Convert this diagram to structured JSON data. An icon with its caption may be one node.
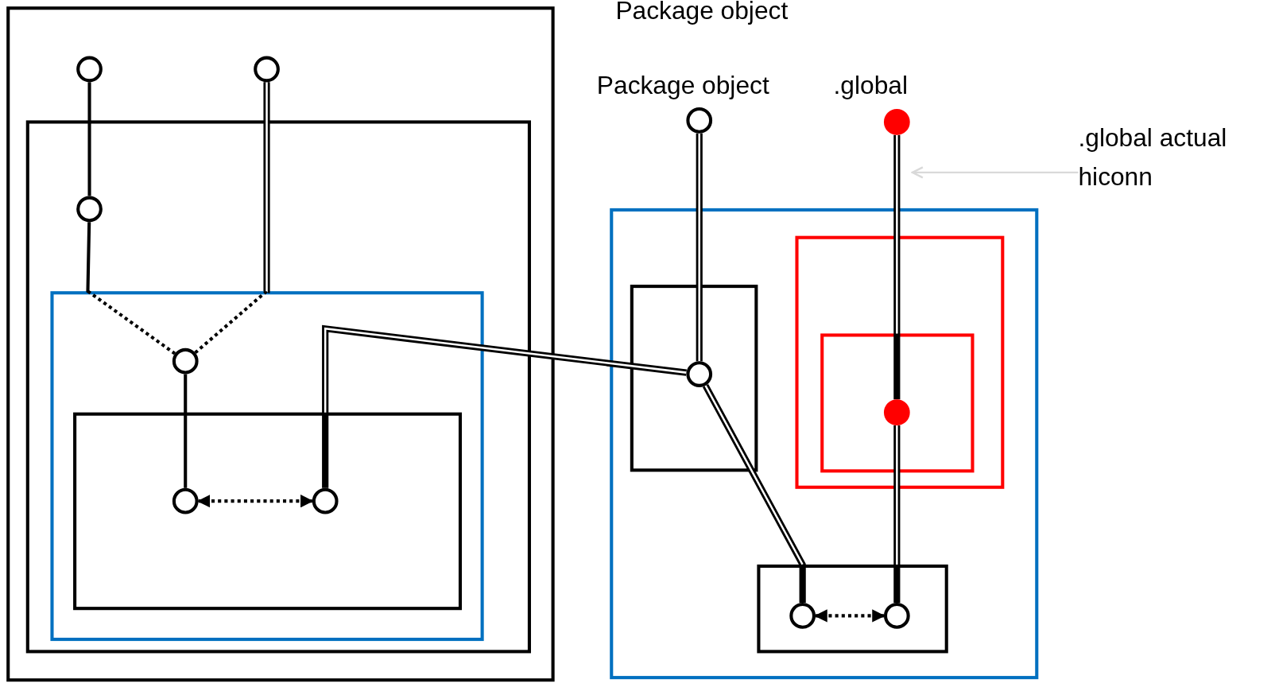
{
  "diagram": {
    "nodes": [
      {
        "text": [],
        "shape": "box"
      },
      {
        "text": [],
        "shape": "circle",
        "in": 0
      },
      {
        "text": [],
        "shape": "circle",
        "in": 0
      },
      {
        "text": [],
        "shape": "box",
        "in": 0
      },
      {
        "text": [],
        "shape": "circle",
        "in": 3
      },
      {
        "text": [],
        "shape": "box",
        "in": 3
      },
      {
        "text": [],
        "shape": "circle",
        "in": 5
      },
      {
        "text": [],
        "shape": "box",
        "in": 5
      },
      {
        "text": [],
        "shape": "circle",
        "in": 7
      },
      {
        "text": [],
        "shape": "circle",
        "in": 7
      },
      {
        "text": [],
        "shape": "circle",
        "beside": [
          "Package object"
        ]
      },
      {
        "text": [],
        "shape": "circle",
        "beside": [
          ".global"
        ]
      },
      {
        "text": [
          ".global actual hiconn"
        ]
      },
      {
        "text": [],
        "shape": "box"
      },
      {
        "text": [],
        "shape": "box",
        "in": 13
      },
      {
        "text": [],
        "shape": "circle",
        "in": 14
      },
      {
        "text": [],
        "shape": "box",
        "in": 13
      },
      {
        "text": [],
        "shape": "box",
        "in": 16
      },
      {
        "text": [],
        "shape": "circle",
        "in": 17
      },
      {
        "text": [],
        "shape": "box",
        "in": 13
      },
      {
        "text": [],
        "shape": "circle",
        "in": 19
      },
      {
        "text": [],
        "shape": "circle",
        "in": 19
      }
    ],
    "edges": [
      {
        "from": 1,
        "to": 4,
        "arrow": "none"
      },
      {
        "from": 4,
        "to": 6,
        "arrow": "none",
        "style": "dashed"
      },
      {
        "from": 2,
        "to": 6,
        "arrow": "none",
        "style": "dashed"
      },
      {
        "from": 6,
        "to": 8,
        "arrow": "none"
      },
      {
        "from": 9,
        "to": 15,
        "arrow": "none",
        "style": "thick"
      },
      {
        "from": 8,
        "to": 9,
        "arrow": "both",
        "style": "dashed"
      },
      {
        "from": 10,
        "to": 15,
        "arrow": "none",
        "style": "thick"
      },
      {
        "from": 11,
        "to": 18,
        "arrow": "none",
        "style": "thick"
      },
      {
        "from": 15,
        "to": 20,
        "arrow": "none",
        "style": "thick"
      },
      {
        "from": 18,
        "to": 21,
        "arrow": "none",
        "style": "thick"
      },
      {
        "from": 20,
        "to": 21,
        "arrow": "both",
        "style": "dashed"
      },
      {
        "from": 12,
        "to": null,
        "arrow": "to",
        "color": "#d9d9d9"
      }
    ],
    "labels": [
      "Package object"
    ]
  }
}
